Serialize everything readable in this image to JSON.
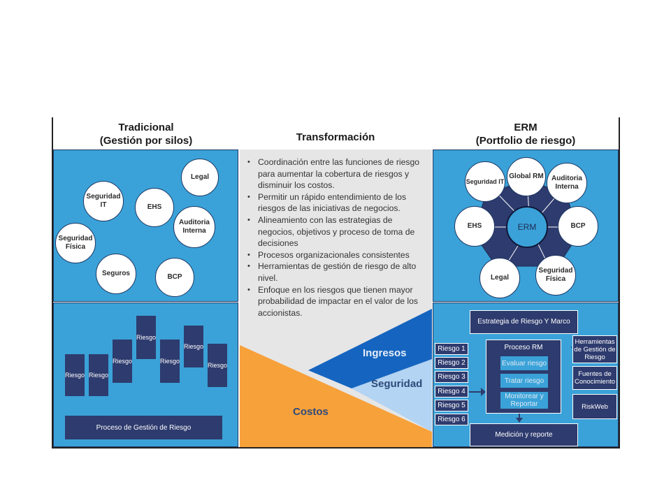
{
  "left": {
    "title_line1": "Tradicional",
    "title_line2": "(Gestión por silos)",
    "silos": [
      "Legal",
      "Seguridad IT",
      "EHS",
      "Auditoria Interna",
      "Seguridad Física",
      "Seguros",
      "BCP"
    ],
    "riesgo_label": "Riesgo",
    "process_label": "Proceso de Gestión de Riesgo"
  },
  "center": {
    "title": "Transformación",
    "bullets": [
      "Coordinación entre las funciones de riesgo para aumentar la cobertura de riesgos y disminuir los costos.",
      "Permitir un rápido entendimiento de los riesgos de las iniciativas de negocios.",
      "Alineamiento con las estrategias de negocios, objetivos y proceso de toma de decisiones",
      "Procesos organizacionales consistentes",
      "Herramientas de gestión de riesgo de alto nivel.",
      "Enfoque en los riesgos que tienen mayor probabilidad de impactar en el valor de los accionistas."
    ],
    "ingresos": "Ingresos",
    "seguridad": "Seguridad",
    "costos": "Costos"
  },
  "right": {
    "title_line1": "ERM",
    "title_line2": "(Portfolio de riesgo)",
    "hub": "ERM",
    "nodes": [
      "Seguridad IT",
      "Global RM",
      "Auditoria Interna",
      "EHS",
      "BCP",
      "Legal",
      "Seguridad Física"
    ],
    "estrategia": "Estrategia de Riesgo Y Marco",
    "riesgos": [
      "Riesgo 1",
      "Riesgo 2",
      "Riesgo 3",
      "Riesgo 4",
      "Riesgo 5",
      "Riesgo 6"
    ],
    "proceso_title": "Proceso RM",
    "proceso_steps": [
      "Evaluar riesgo",
      "Tratar riesgo",
      "Monitorear y Reportar"
    ],
    "tools": [
      "Herramientas de Gestión de Riesgo",
      "Fuentes de Conocimiento",
      "RiskWeb"
    ],
    "medicion": "Medición y reporte"
  },
  "colors": {
    "panel_blue": "#3aa2d8",
    "navy": "#2e3b6e",
    "ingresos": "#1565c0",
    "seguridad": "#b3d4f2",
    "costos": "#f7a13b",
    "center_bg": "#e6e6e6"
  }
}
